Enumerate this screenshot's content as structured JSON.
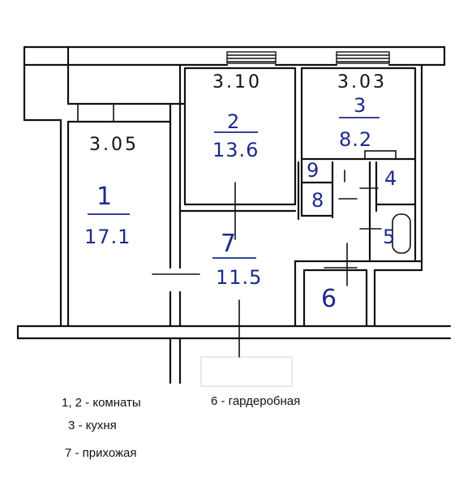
{
  "plan": {
    "dimensions": {
      "room1": "3.05",
      "room2": "3.10",
      "room3": "3.03"
    },
    "rooms": {
      "r1": {
        "number": "1",
        "area": "17.1"
      },
      "r2": {
        "number": "2",
        "area": "13.6"
      },
      "r3": {
        "number": "3",
        "area": "8.2"
      },
      "r4": {
        "number": "4"
      },
      "r5": {
        "number": "5"
      },
      "r6": {
        "number": "6"
      },
      "r7": {
        "number": "7",
        "area": "11.5"
      },
      "r8": {
        "number": "8"
      },
      "r9": {
        "number": "9"
      }
    }
  },
  "legend": {
    "line1": "1, 2 - комнаты",
    "line2": "3 - кухня",
    "line3": "7 - прихожая",
    "line4": "6 - гардеробная"
  }
}
